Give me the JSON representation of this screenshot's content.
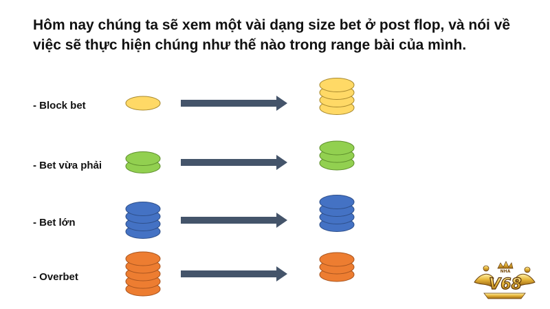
{
  "title": "Hôm nay chúng ta sẽ xem một vài dạng size bet ở post flop, và nói về việc sẽ thực hiện chúng như thế nào trong range bài của mình.",
  "rows": [
    {
      "label": "- Block bet",
      "chips_before": 1,
      "chips_after": 4,
      "chip_color": "#FFD966",
      "chip_outline": "#A8892E"
    },
    {
      "label": "- Bet vừa phải",
      "chips_before": 2,
      "chips_after": 3,
      "chip_color": "#92D050",
      "chip_outline": "#5E8F2C"
    },
    {
      "label": "- Bet lớn",
      "chips_before": 4,
      "chips_after": 4,
      "chip_color": "#4472C4",
      "chip_outline": "#2E4F8A"
    },
    {
      "label": "- Overbet",
      "chips_before": 5,
      "chips_after": 3,
      "chip_color": "#ED7D31",
      "chip_outline": "#A9551F"
    }
  ],
  "arrow_color": "#44546A",
  "logo": {
    "text": "V68",
    "small_text": "NHA"
  }
}
